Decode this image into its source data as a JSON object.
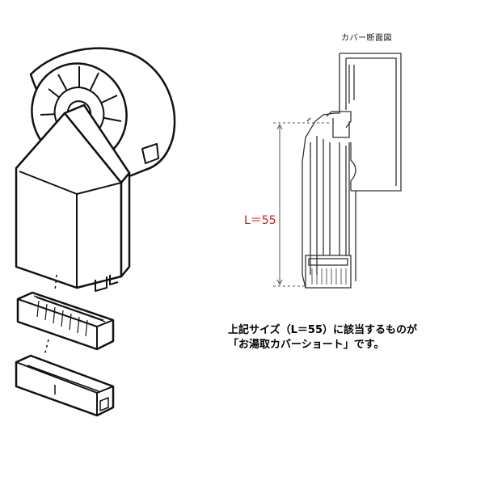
{
  "section_title": "カバー断面図",
  "dimension_label": "L＝55",
  "caption": {
    "line1": "上記サイズ（L＝55）に該当するものが",
    "line2": "「お湯取カバーショート」です。"
  },
  "colors": {
    "dimension_text": "#d01818",
    "line_art": "#111111"
  }
}
